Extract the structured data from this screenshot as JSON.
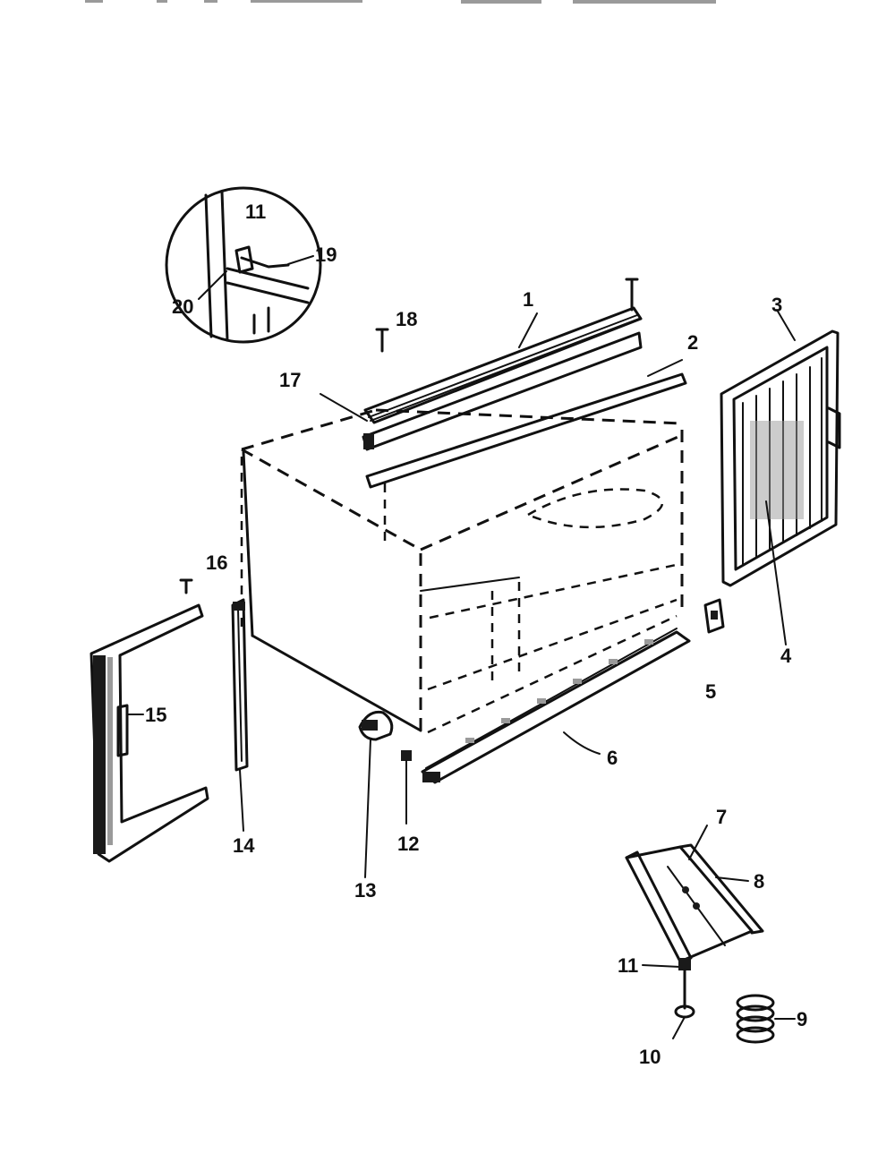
{
  "diagram": {
    "callouts": [
      {
        "id": "c1",
        "text": "1"
      },
      {
        "id": "c2",
        "text": "2"
      },
      {
        "id": "c3",
        "text": "3"
      },
      {
        "id": "c4",
        "text": "4"
      },
      {
        "id": "c5",
        "text": "5"
      },
      {
        "id": "c6",
        "text": "6"
      },
      {
        "id": "c7",
        "text": "7"
      },
      {
        "id": "c8",
        "text": "8"
      },
      {
        "id": "c9",
        "text": "9"
      },
      {
        "id": "c10",
        "text": "10"
      },
      {
        "id": "c11",
        "text": "11"
      },
      {
        "id": "c12",
        "text": "12"
      },
      {
        "id": "c13",
        "text": "13"
      },
      {
        "id": "c14",
        "text": "14"
      },
      {
        "id": "c15",
        "text": "15"
      },
      {
        "id": "c16",
        "text": "16"
      },
      {
        "id": "c17",
        "text": "17"
      },
      {
        "id": "c18",
        "text": "18"
      },
      {
        "id": "c19",
        "text": "19"
      },
      {
        "id": "c20",
        "text": "20"
      },
      {
        "id": "c11b",
        "text": "11"
      }
    ]
  }
}
